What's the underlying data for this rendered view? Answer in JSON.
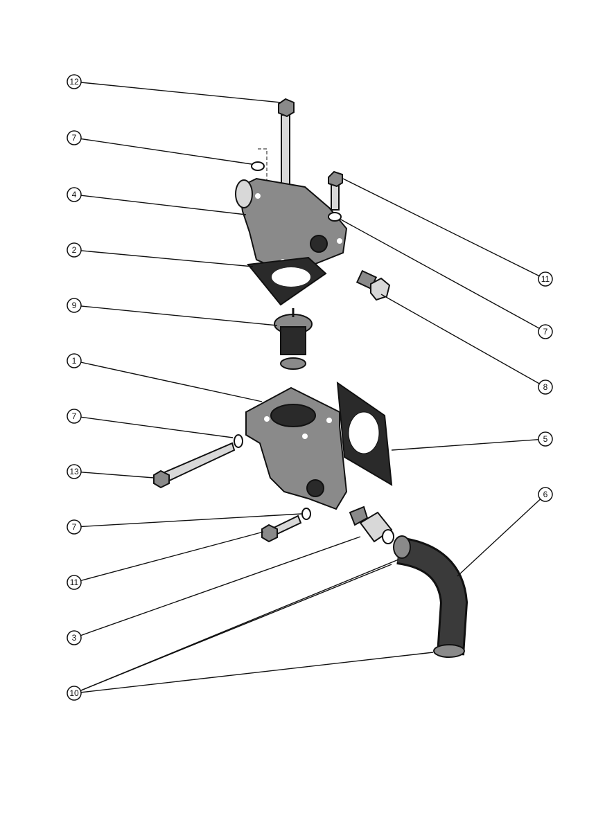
{
  "diagram": {
    "title": "Thermostat housing exploded view",
    "callouts": [
      "12",
      "7",
      "4",
      "2",
      "9",
      "1",
      "7",
      "13",
      "7",
      "11",
      "3",
      "10",
      "11",
      "7",
      "8",
      "5",
      "6"
    ]
  }
}
